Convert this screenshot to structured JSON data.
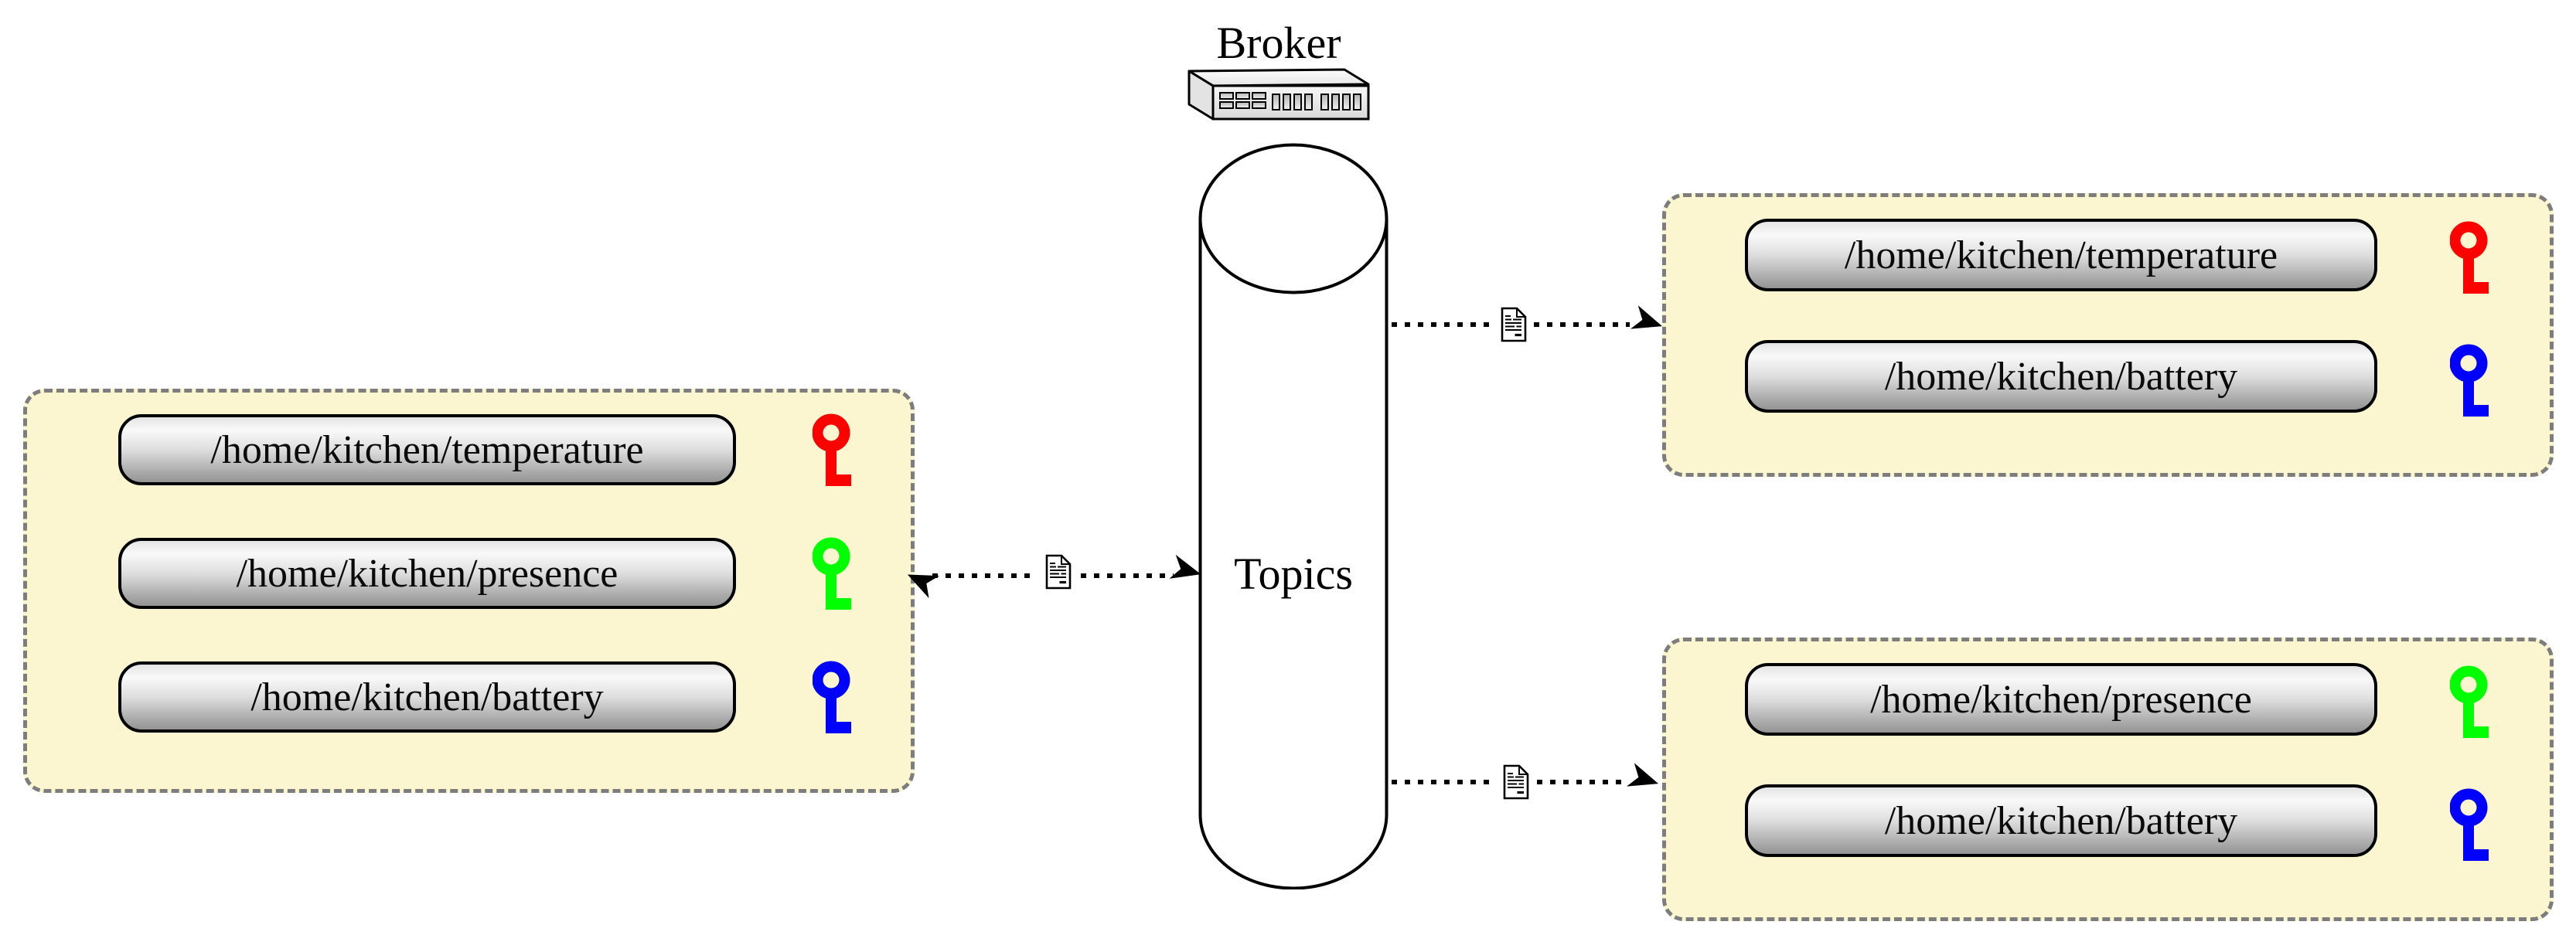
{
  "broker": {
    "label": "Broker",
    "icon": "network-switch-icon"
  },
  "topics_store": {
    "label": "Topics",
    "shape": "cylinder"
  },
  "publisher_box": {
    "role": "publisher",
    "topics": [
      {
        "label": "/home/kitchen/temperature",
        "key_color": "#ff0000"
      },
      {
        "label": "/home/kitchen/presence",
        "key_color": "#00ff00"
      },
      {
        "label": "/home/kitchen/battery",
        "key_color": "#0000ff"
      }
    ]
  },
  "subscriber_box_top": {
    "role": "subscriber",
    "topics": [
      {
        "label": "/home/kitchen/temperature",
        "key_color": "#ff0000"
      },
      {
        "label": "/home/kitchen/battery",
        "key_color": "#0000ff"
      }
    ]
  },
  "subscriber_box_bottom": {
    "role": "subscriber",
    "topics": [
      {
        "label": "/home/kitchen/presence",
        "key_color": "#00ff00"
      },
      {
        "label": "/home/kitchen/battery",
        "key_color": "#0000ff"
      }
    ]
  },
  "connectors": {
    "style": "dotted",
    "message_icon": "document-icon",
    "count": 3
  },
  "colors": {
    "box_fill": "#fbf6cf",
    "box_border": "#7d7d7d",
    "pill_border": "#000000",
    "key_red": "#ff0000",
    "key_green": "#00ff00",
    "key_blue": "#0000ff",
    "line": "#000000"
  }
}
